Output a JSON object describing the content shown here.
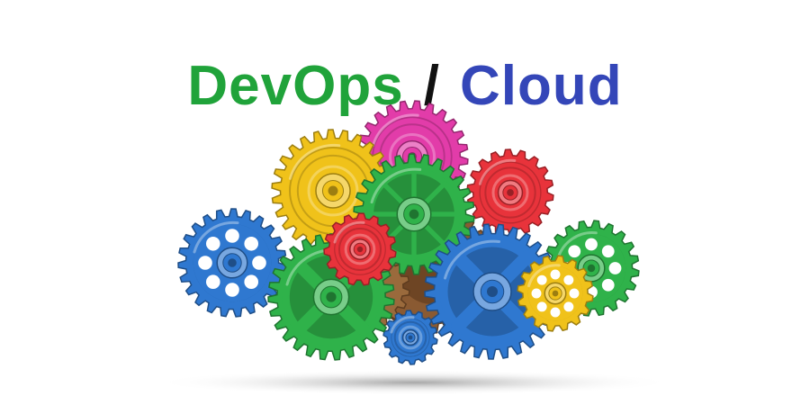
{
  "title": {
    "part1": "DevOps",
    "separator": "/",
    "part2": "Cloud"
  },
  "colors": {
    "part1": "#20a33a",
    "separator": "#111111",
    "part2": "#3446b8",
    "background": "#ffffff"
  },
  "illustration": {
    "icon": "gear-cloud-icon",
    "gears": [
      {
        "name": "pink-gear",
        "color": "#e23ca9"
      },
      {
        "name": "yellow-gear",
        "color": "#f0c21a"
      },
      {
        "name": "red-gear",
        "color": "#e8333b"
      },
      {
        "name": "blue-gear",
        "color": "#2f78d0"
      },
      {
        "name": "green-gear",
        "color": "#2fb24a"
      }
    ]
  }
}
